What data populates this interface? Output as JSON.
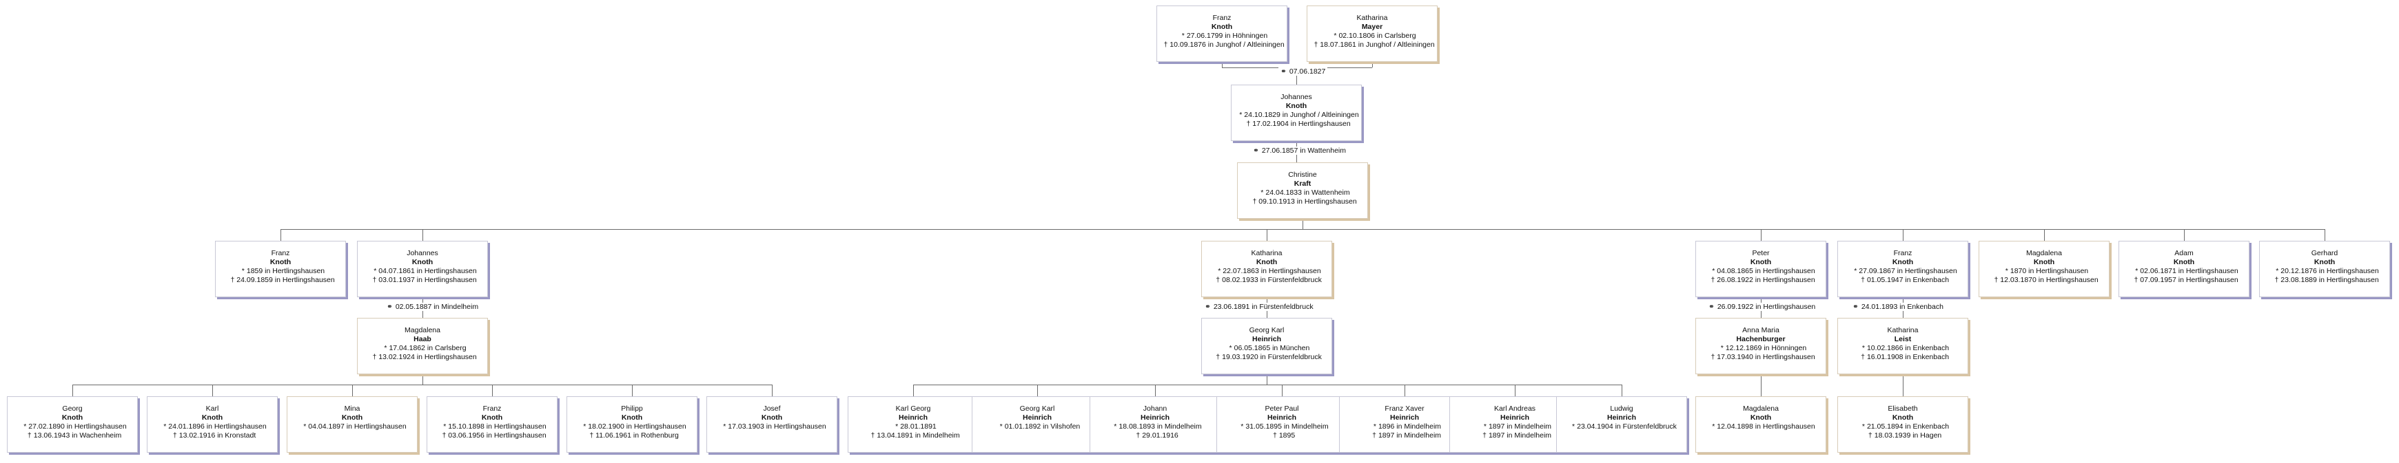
{
  "symbols": {
    "birth": "*",
    "death": "†",
    "marriage": "⚭"
  },
  "persons": [
    {
      "id": "p1",
      "first": "Franz",
      "last": "Knoth",
      "sex": "m",
      "b": "27.06.1799 in Höhningen",
      "d": "10.09.1876 in Junghof / Altleiningen"
    },
    {
      "id": "p2",
      "first": "Katharina",
      "last": "Mayer",
      "sex": "f",
      "b": "02.10.1806 in Carlsberg",
      "d": "18.07.1861 in Junghof / Altleiningen"
    },
    {
      "id": "p3",
      "first": "Johannes",
      "last": "Knoth",
      "sex": "m",
      "b": "24.10.1829 in Junghof / Altleiningen",
      "d": "17.02.1904 in Hertlingshausen"
    },
    {
      "id": "p4",
      "first": "Christine",
      "last": "Kraft",
      "sex": "f",
      "b": "24.04.1833 in Wattenheim",
      "d": "09.10.1913 in Hertlingshausen"
    },
    {
      "id": "c1",
      "first": "Franz",
      "last": "Knoth",
      "sex": "m",
      "b": "1859 in Hertlingshausen",
      "d": "24.09.1859 in Hertlingshausen"
    },
    {
      "id": "c2",
      "first": "Johannes",
      "last": "Knoth",
      "sex": "m",
      "b": "04.07.1861 in Hertlingshausen",
      "d": "03.01.1937 in Hertlingshausen"
    },
    {
      "id": "c3",
      "first": "Katharina",
      "last": "Knoth",
      "sex": "f",
      "b": "22.07.1863 in Hertlingshausen",
      "d": "08.02.1933 in Fürstenfeldbruck"
    },
    {
      "id": "c4",
      "first": "Peter",
      "last": "Knoth",
      "sex": "m",
      "b": "04.08.1865 in Hertlingshausen",
      "d": "26.08.1922 in Hertlingshausen"
    },
    {
      "id": "c5",
      "first": "Franz",
      "last": "Knoth",
      "sex": "m",
      "b": "27.09.1867 in Hertlingshausen",
      "d": "01.05.1947 in Enkenbach"
    },
    {
      "id": "c6",
      "first": "Magdalena",
      "last": "Knoth",
      "sex": "f",
      "b": "1870 in Hertlingshausen",
      "d": "12.03.1870 in Hertlingshausen"
    },
    {
      "id": "c7",
      "first": "Adam",
      "last": "Knoth",
      "sex": "m",
      "b": "02.06.1871 in Hertlingshausen",
      "d": "07.09.1957 in Hertlingshausen"
    },
    {
      "id": "c8",
      "first": "Gerhard",
      "last": "Knoth",
      "sex": "m",
      "b": "20.12.1876 in Hertlingshausen",
      "d": "23.08.1889 in Hertlingshausen"
    },
    {
      "id": "s2",
      "first": "Magdalena",
      "last": "Haab",
      "sex": "f",
      "b": "17.04.1862 in Carlsberg",
      "d": "13.02.1924 in Hertlingshausen"
    },
    {
      "id": "s3",
      "first": "Georg Karl",
      "last": "Heinrich",
      "sex": "m",
      "b": "06.05.1865 in München",
      "d": "19.03.1920 in Fürstenfeldbruck"
    },
    {
      "id": "s4",
      "first": "Anna Maria",
      "last": "Hachenburger",
      "sex": "f",
      "b": "12.12.1869 in Hönningen",
      "d": "17.03.1940 in Hertlingshausen"
    },
    {
      "id": "s5",
      "first": "Katharina",
      "last": "Leist",
      "sex": "f",
      "b": "10.02.1866 in Enkenbach",
      "d": "16.01.1908 in Enkenbach"
    },
    {
      "id": "g1",
      "first": "Georg",
      "last": "Knoth",
      "sex": "m",
      "b": "27.02.1890 in Hertlingshausen",
      "d": "13.06.1943 in Wachenheim"
    },
    {
      "id": "g2",
      "first": "Karl",
      "last": "Knoth",
      "sex": "m",
      "b": "24.01.1896 in Hertlingshausen",
      "d": "13.02.1916 in Kronstadt"
    },
    {
      "id": "g3",
      "first": "Mina",
      "last": "Knoth",
      "sex": "f",
      "b": "04.04.1897 in Hertlingshausen",
      "d": ""
    },
    {
      "id": "g4",
      "first": "Franz",
      "last": "Knoth",
      "sex": "m",
      "b": "15.10.1898 in Hertlingshausen",
      "d": "03.06.1956 in Hertlingshausen"
    },
    {
      "id": "g5",
      "first": "Philipp",
      "last": "Knoth",
      "sex": "m",
      "b": "18.02.1900 in Hertlingshausen",
      "d": "11.06.1961 in Rothenburg"
    },
    {
      "id": "g6",
      "first": "Josef",
      "last": "Knoth",
      "sex": "m",
      "b": "17.03.1903 in Hertlingshausen",
      "d": ""
    },
    {
      "id": "g7",
      "first": "Karl Georg",
      "last": "Heinrich",
      "sex": "m",
      "b": "28.01.1891",
      "d": "13.04.1891 in Mindelheim"
    },
    {
      "id": "g8",
      "first": "Georg Karl",
      "last": "Heinrich",
      "sex": "m",
      "b": "01.01.1892 in Vilshofen",
      "d": ""
    },
    {
      "id": "g9",
      "first": "Johann",
      "last": "Heinrich",
      "sex": "m",
      "b": "18.08.1893 in Mindelheim",
      "d": "29.01.1916"
    },
    {
      "id": "g10",
      "first": "Peter Paul",
      "last": "Heinrich",
      "sex": "m",
      "b": "31.05.1895 in Mindelheim",
      "d": "1895"
    },
    {
      "id": "g11",
      "first": "Franz Xaver",
      "last": "Heinrich",
      "sex": "m",
      "b": "1896 in Mindelheim",
      "d": "1897 in Mindelheim"
    },
    {
      "id": "g12",
      "first": "Karl Andreas",
      "last": "Heinrich",
      "sex": "m",
      "b": "1897 in Mindelheim",
      "d": "1897 in Mindelheim"
    },
    {
      "id": "g13",
      "first": "Ludwig",
      "last": "Heinrich",
      "sex": "m",
      "b": "23.04.1904 in Fürstenfeldbruck",
      "d": ""
    },
    {
      "id": "g14",
      "first": "Magdalena",
      "last": "Knoth",
      "sex": "f",
      "b": "12.04.1898 in Hertlingshausen",
      "d": ""
    },
    {
      "id": "g15",
      "first": "Elisabeth",
      "last": "Knoth",
      "sex": "f",
      "b": "21.05.1894 in Enkenbach",
      "d": "18.03.1939 in Hagen"
    }
  ],
  "marriages": [
    {
      "id": "m1",
      "date": "07.06.1827"
    },
    {
      "id": "m2",
      "date": "27.06.1857 in Wattenheim"
    },
    {
      "id": "m3",
      "date": "02.05.1887 in Mindelheim"
    },
    {
      "id": "m4",
      "date": "23.06.1891 in Fürstenfeldbruck"
    },
    {
      "id": "m5",
      "date": "26.09.1922 in Hertlingshausen"
    },
    {
      "id": "m6",
      "date": "24.01.1893 in Enkenbach"
    }
  ]
}
